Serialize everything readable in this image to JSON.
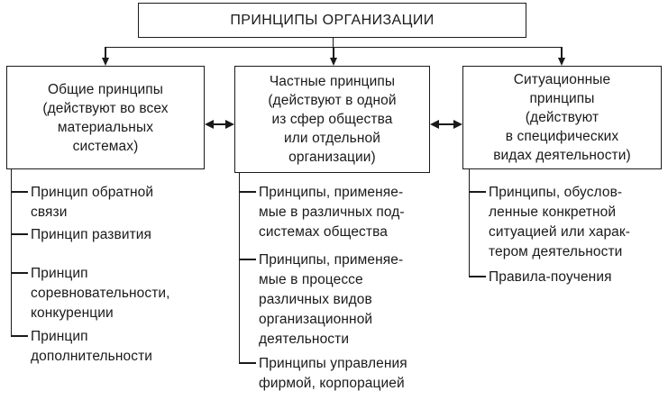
{
  "diagram": {
    "title": "ПРИНЦИПЫ ОРГАНИЗАЦИИ",
    "colors": {
      "background": "#ffffff",
      "line": "#1a1a1a",
      "text": "#1a1a1a"
    },
    "icons": {
      "down_arrow": "▼",
      "double_arrow": "↔"
    },
    "columns": [
      {
        "id": "general",
        "box": "Общие принципы\n(действуют во всех\nматериальных\nсистемах)",
        "items": [
          "Принцип обратной\nсвязи",
          "Принцип развития",
          "Принцип\nсоревновательности,\nконкуренции",
          "Принцип\nдополнительности"
        ]
      },
      {
        "id": "partial",
        "box": "Частные принципы\n(действуют в одной\nиз сфер общества\nили отдельной\nорганизации)",
        "items": [
          "Принципы, применяе-\nмые в различных под-\nсистемах общества",
          "Принципы, применяе-\nмые в процессе\nразличных видов\nорганизационной\nдеятельности",
          "Принципы управления\nфирмой, корпорацией"
        ]
      },
      {
        "id": "situational",
        "box": "Ситуационные\nпринципы\n(действуют\nв специфических\nвидах деятельности)",
        "items": [
          "Принципы, обуслов-\nленные конкретной\nситуацией или харак-\nтером деятельности",
          "Правила-поучения"
        ]
      }
    ]
  }
}
